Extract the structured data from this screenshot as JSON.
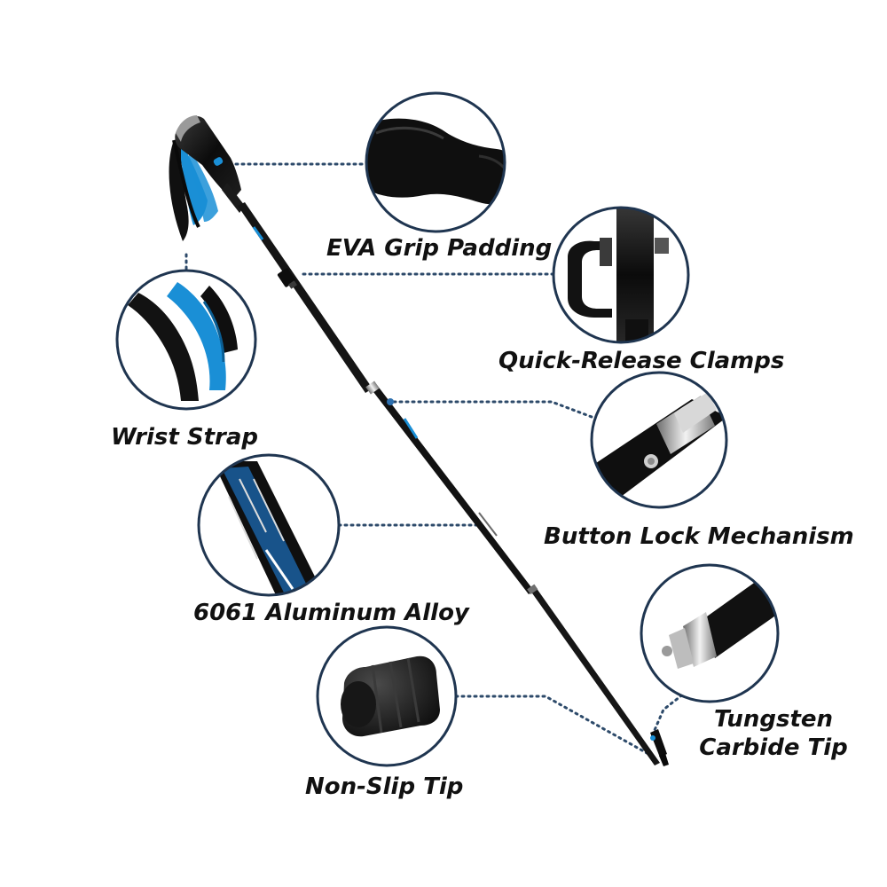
{
  "colors": {
    "accent_blue": "#1a8fd6",
    "ring_navy": "#1f3550",
    "pole_black": "#141414",
    "dotted_line": "#2d4a6a",
    "label_text": "#111111"
  },
  "callouts": {
    "eva_grip": {
      "label": "EVA Grip Padding"
    },
    "quick_release": {
      "label": "Quick-Release Clamps"
    },
    "wrist_strap": {
      "label": "Wrist Strap"
    },
    "button_lock": {
      "label": "Button Lock Mechanism"
    },
    "aluminum_alloy": {
      "label": "6061 Aluminum Alloy"
    },
    "tungsten_tip": {
      "line1": "Tungsten",
      "line2": "Carbide Tip"
    },
    "non_slip_tip": {
      "label": "Non-Slip Tip"
    }
  }
}
